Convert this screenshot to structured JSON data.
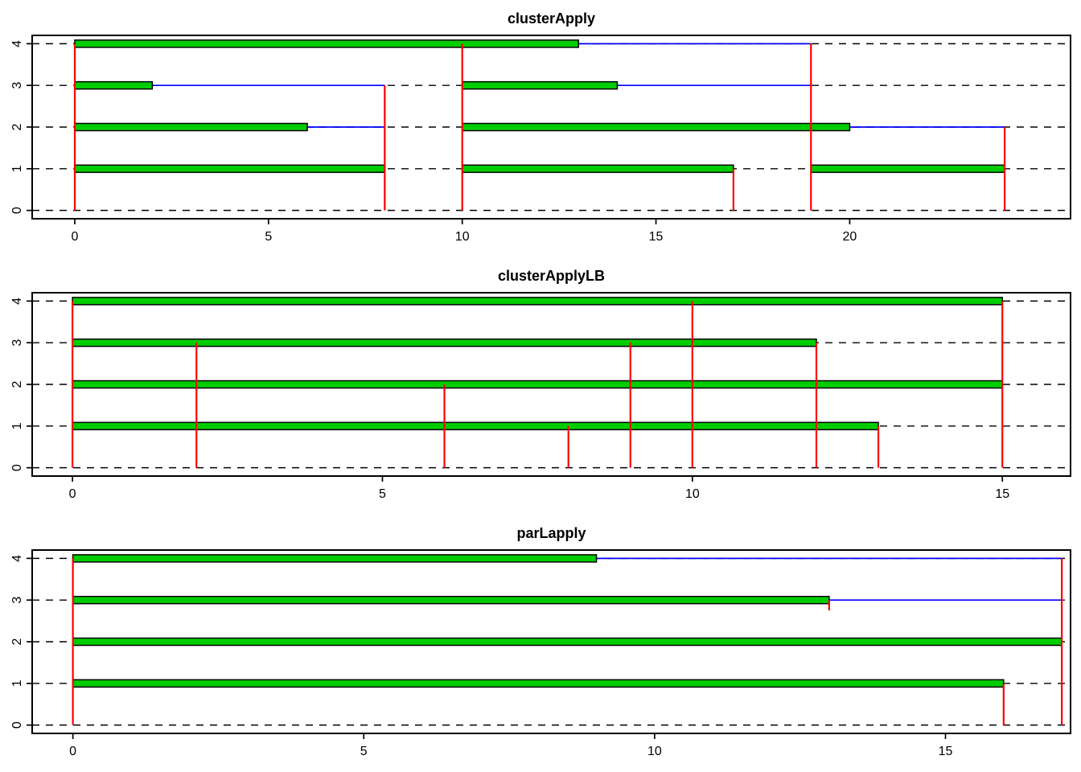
{
  "figure": {
    "background": "#ffffff",
    "description_titles": [
      "clusterApply",
      "clusterApplyLB",
      "parLapply"
    ]
  },
  "colors": {
    "compute_fill": "#00CD00",
    "bar_border": "#000000",
    "communication": "#0000FF",
    "sync": "#FF0000",
    "axis": "#000000",
    "grid": "#000000"
  },
  "chart_data": [
    {
      "type": "bar",
      "subtype": "cluster-timing-gantt",
      "title": "clusterApply",
      "xlabel": "",
      "ylabel": "",
      "xlim": [
        -1.1,
        25.7
      ],
      "ylim": [
        -0.2,
        4.2
      ],
      "x_ticks": [
        0,
        5,
        10,
        15,
        20
      ],
      "y_ticks": [
        0,
        1,
        2,
        3,
        4
      ],
      "gridlines_y": [
        0,
        1,
        2,
        3,
        4
      ],
      "grid_style": "dashed-black",
      "legend": null,
      "green_bars": [
        {
          "row": 4,
          "x0": 0,
          "x1": 13
        },
        {
          "row": 3,
          "x0": 0,
          "x1": 2
        },
        {
          "row": 3,
          "x0": 10,
          "x1": 14
        },
        {
          "row": 2,
          "x0": 0,
          "x1": 6
        },
        {
          "row": 2,
          "x0": 10,
          "x1": 20
        },
        {
          "row": 1,
          "x0": 0,
          "x1": 8
        },
        {
          "row": 1,
          "x0": 10,
          "x1": 17
        },
        {
          "row": 1,
          "x0": 19,
          "x1": 24
        }
      ],
      "blue_lines": [
        {
          "row": 4,
          "x0": 13,
          "x1": 19
        },
        {
          "row": 3,
          "x0": 2,
          "x1": 8
        },
        {
          "row": 3,
          "x0": 14,
          "x1": 19
        },
        {
          "row": 2,
          "x0": 6,
          "x1": 8
        },
        {
          "row": 2,
          "x0": 20,
          "x1": 24
        }
      ],
      "red_verticals": [
        {
          "x": 0,
          "y0": 0,
          "y1": 4
        },
        {
          "x": 8,
          "y0": 0,
          "y1": 3
        },
        {
          "x": 10,
          "y0": 0,
          "y1": 4
        },
        {
          "x": 17,
          "y0": 0,
          "y1": 1
        },
        {
          "x": 19,
          "y0": 0,
          "y1": 4
        },
        {
          "x": 24,
          "y0": 0,
          "y1": 2
        }
      ]
    },
    {
      "type": "bar",
      "subtype": "cluster-timing-gantt",
      "title": "clusterApplyLB",
      "xlabel": "",
      "ylabel": "",
      "xlim": [
        -0.65,
        16.1
      ],
      "ylim": [
        -0.2,
        4.2
      ],
      "x_ticks": [
        0,
        5,
        10,
        15
      ],
      "y_ticks": [
        0,
        1,
        2,
        3,
        4
      ],
      "gridlines_y": [
        0,
        1,
        2,
        3,
        4
      ],
      "grid_style": "dashed-black",
      "legend": null,
      "green_bars": [
        {
          "row": 4,
          "x0": 0,
          "x1": 15
        },
        {
          "row": 3,
          "x0": 0,
          "x1": 12
        },
        {
          "row": 2,
          "x0": 0,
          "x1": 15
        },
        {
          "row": 1,
          "x0": 0,
          "x1": 13
        }
      ],
      "blue_lines": [],
      "red_verticals": [
        {
          "x": 0,
          "y0": 0,
          "y1": 4
        },
        {
          "x": 2,
          "y0": 0,
          "y1": 3
        },
        {
          "x": 6,
          "y0": 0,
          "y1": 2
        },
        {
          "x": 8,
          "y0": 0,
          "y1": 1
        },
        {
          "x": 9,
          "y0": 0,
          "y1": 3
        },
        {
          "x": 10,
          "y0": 0,
          "y1": 4
        },
        {
          "x": 12,
          "y0": 0,
          "y1": 3
        },
        {
          "x": 13,
          "y0": 0,
          "y1": 1
        },
        {
          "x": 15,
          "y0": 0,
          "y1": 4
        }
      ]
    },
    {
      "type": "bar",
      "subtype": "cluster-timing-gantt",
      "title": "parLapply",
      "xlabel": "",
      "ylabel": "",
      "xlim": [
        -0.7,
        17.15
      ],
      "ylim": [
        -0.2,
        4.2
      ],
      "x_ticks": [
        0,
        5,
        10,
        15
      ],
      "y_ticks": [
        0,
        1,
        2,
        3,
        4
      ],
      "gridlines_y": [
        0,
        1,
        2,
        3,
        4
      ],
      "grid_style": "dashed-black",
      "legend": null,
      "green_bars": [
        {
          "row": 4,
          "x0": 0,
          "x1": 9
        },
        {
          "row": 3,
          "x0": 0,
          "x1": 13
        },
        {
          "row": 2,
          "x0": 0,
          "x1": 17
        },
        {
          "row": 1,
          "x0": 0,
          "x1": 16
        }
      ],
      "blue_lines": [
        {
          "row": 4,
          "x0": 9,
          "x1": 17
        },
        {
          "row": 3,
          "x0": 13,
          "x1": 17
        }
      ],
      "red_verticals": [
        {
          "x": 0,
          "y0": 0,
          "y1": 4
        },
        {
          "x": 13,
          "y0": 2.75,
          "y1": 3
        },
        {
          "x": 16,
          "y0": 0,
          "y1": 1
        },
        {
          "x": 17,
          "y0": 0,
          "y1": 4
        }
      ]
    }
  ]
}
